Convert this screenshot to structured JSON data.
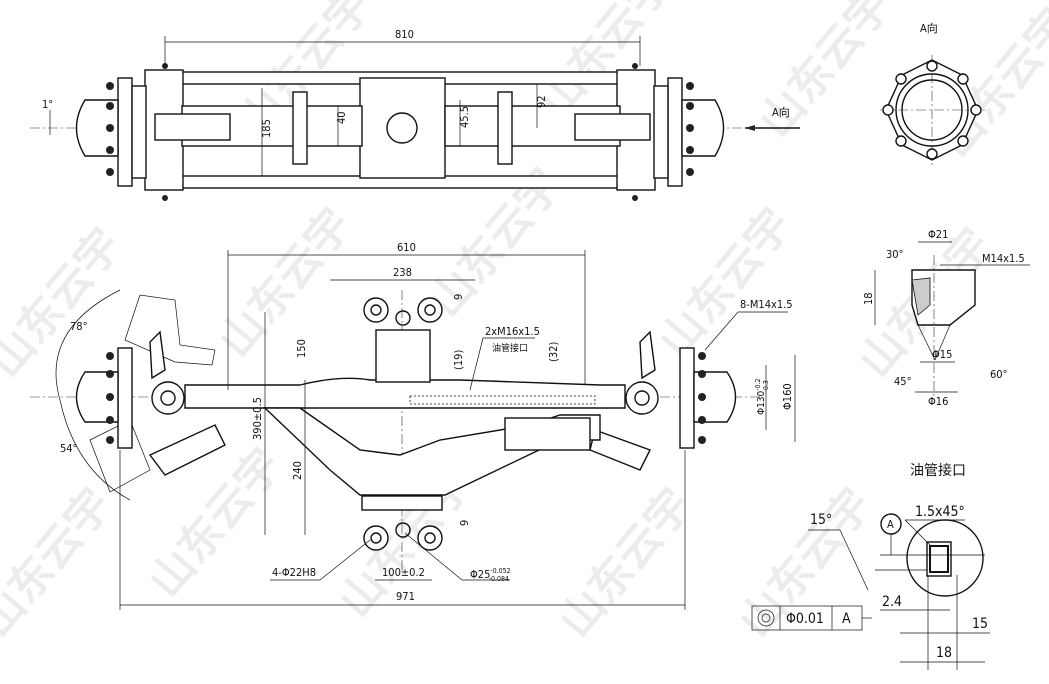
{
  "watermark": "山东云宇",
  "top_view": {
    "width_dim": "810",
    "angle": "1°",
    "dim_185": "185",
    "dim_40": "40",
    "dim_45_5": "45.5",
    "dim_92": "92",
    "direction_label": "A向"
  },
  "front_view": {
    "dim_610": "610",
    "dim_238": "238",
    "dim_9_top": "9",
    "dim_150": "150",
    "thread_callout": "2xM16x1.5",
    "oil_port": "油管接口",
    "dim_19": "(19)",
    "dim_32": "(32)",
    "bolt_callout": "8-M14x1.5",
    "dia_130": "Φ130",
    "dia_130_tol_upper": "-0.2",
    "dia_130_tol_lower": "-0.3",
    "dia_160": "Φ160",
    "angle_78": "78°",
    "angle_54": "54°",
    "dim_390": "390±0.5",
    "dim_240": "240",
    "dim_9_bottom": "9",
    "hole_callout": "4-Φ22H8",
    "dim_100": "100±0.2",
    "dia_25": "Φ25",
    "dia_25_tol_upper": "-0.052",
    "dia_25_tol_lower": "-0.084",
    "dim_971": "971"
  },
  "a_view": {
    "title": "A向"
  },
  "bolt_detail": {
    "dia_21": "Φ21",
    "thread": "M14x1.5",
    "angle_30": "30°",
    "dim_18": "18",
    "dia_15": "Φ15",
    "angle_45": "45°",
    "angle_60": "60°",
    "dia_16": "Φ16"
  },
  "port_detail": {
    "title": "油管接口",
    "angle_15": "15°",
    "chamfer": "1.5x45°",
    "datum": "A",
    "dim_2_4": "2.4",
    "tolerance_value": "Φ0.01",
    "tolerance_datum": "A",
    "dim_15": "15",
    "dim_18": "18"
  }
}
